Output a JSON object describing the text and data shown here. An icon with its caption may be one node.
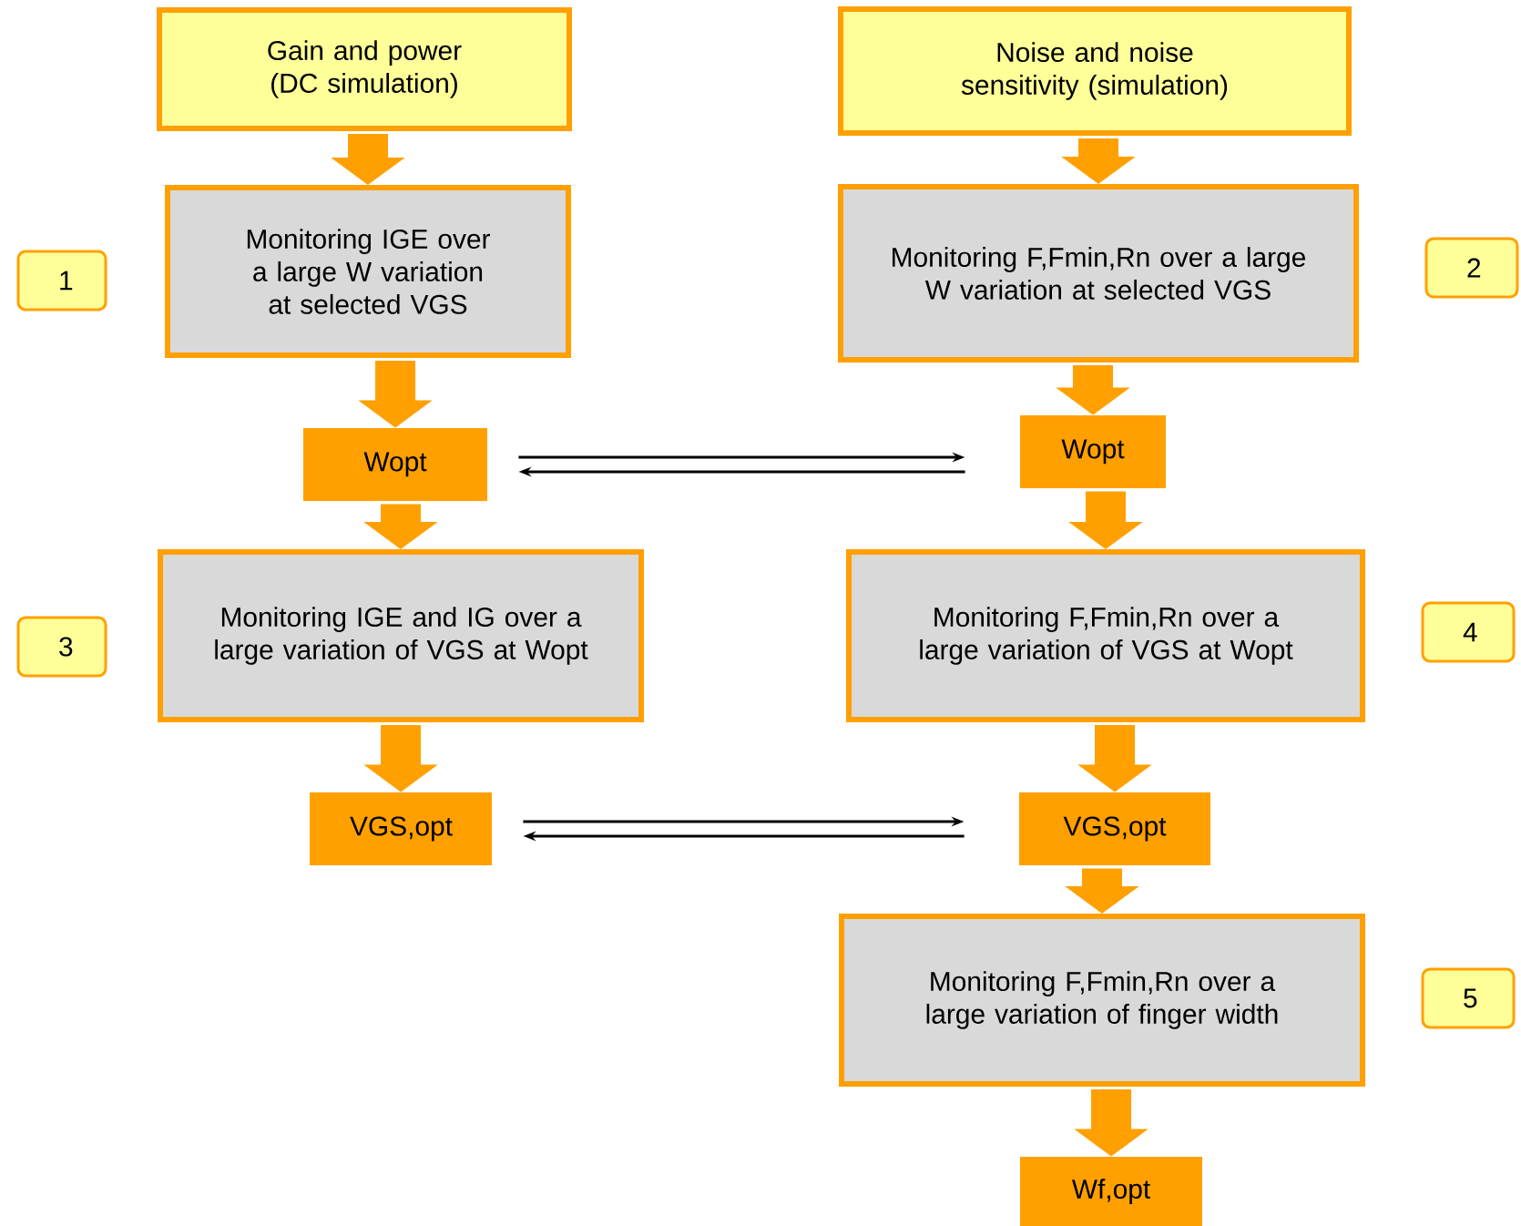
{
  "diagram": {
    "nodes": [
      {
        "text": [
          "Gain and power (DC simulation)"
        ]
      },
      {
        "text": [
          "Noise and noise sensitivity (simulation)"
        ]
      },
      {
        "text": [
          "Monitoring IGE over a large W variation at selected VGS"
        ]
      },
      {
        "text": [
          "Monitoring F,Fmin,Rn over a large W variation at selected VGS"
        ]
      },
      {
        "text": [
          "Wopt"
        ]
      },
      {
        "text": [
          "Wopt"
        ]
      },
      {
        "text": [
          "Monitoring IGE and IG over a large variation of VGS at Wopt"
        ]
      },
      {
        "text": [
          "Monitoring F,Fmin,Rn over a large variation of VGS at Wopt"
        ]
      },
      {
        "text": [
          "VGS,opt"
        ]
      },
      {
        "text": [
          "VGS,opt"
        ]
      },
      {
        "text": [
          "Monitoring F,Fmin,Rn over a large variation of finger width"
        ]
      },
      {
        "text": [
          "Wf,opt"
        ]
      },
      {
        "text": [
          "1"
        ]
      },
      {
        "text": [
          "2"
        ]
      },
      {
        "text": [
          "3"
        ]
      },
      {
        "text": [
          "4"
        ]
      },
      {
        "text": [
          "5"
        ]
      }
    ],
    "edges": [
      {
        "from": 0,
        "to": 2,
        "arrow": "to"
      },
      {
        "from": 2,
        "to": 4,
        "arrow": "to"
      },
      {
        "from": 4,
        "to": 6,
        "arrow": "to"
      },
      {
        "from": 6,
        "to": 8,
        "arrow": "to"
      },
      {
        "from": 1,
        "to": 3,
        "arrow": "to"
      },
      {
        "from": 3,
        "to": 5,
        "arrow": "to"
      },
      {
        "from": 5,
        "to": 7,
        "arrow": "to"
      },
      {
        "from": 7,
        "to": 9,
        "arrow": "to"
      },
      {
        "from": 9,
        "to": 10,
        "arrow": "to"
      },
      {
        "from": 10,
        "to": 11,
        "arrow": "to"
      },
      {
        "from": 4,
        "to": 5,
        "arrow": "to",
        "color": "#000000"
      },
      {
        "from": 5,
        "to": 4,
        "arrow": "to",
        "color": "#000000"
      },
      {
        "from": 8,
        "to": 9,
        "arrow": "to",
        "color": "#000000"
      },
      {
        "from": 9,
        "to": 8,
        "arrow": "to",
        "color": "#000000"
      }
    ]
  }
}
